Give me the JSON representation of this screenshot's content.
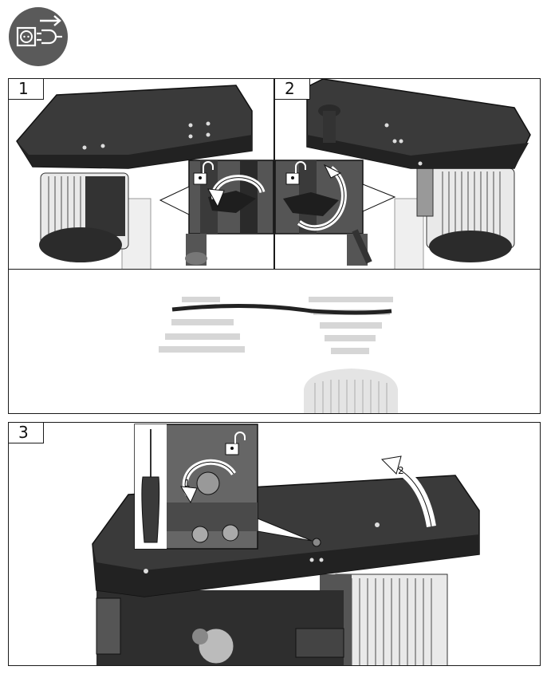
{
  "header": {
    "icon": "unplug-power-icon",
    "icon_bg": "#5a5a5a"
  },
  "panels": [
    {
      "label": "1",
      "icon": "lock-open-icon",
      "arrow": "rotate-counterclockwise-icon"
    },
    {
      "label": "2",
      "icon": "lock-open-icon",
      "arrow": "rotate-clockwise-icon"
    },
    {
      "label": "",
      "arrow": "none"
    },
    {
      "label": "3",
      "icon": "lock-open-icon",
      "callout_1": "1",
      "callout_2": "2"
    }
  ],
  "colors": {
    "machine_dark": "#2b2b2b",
    "machine_mid": "#4a4a4a",
    "motor_fins": "#e9e9e9",
    "ghost": "#d6d6d6",
    "stroke": "#1a1a1a"
  }
}
